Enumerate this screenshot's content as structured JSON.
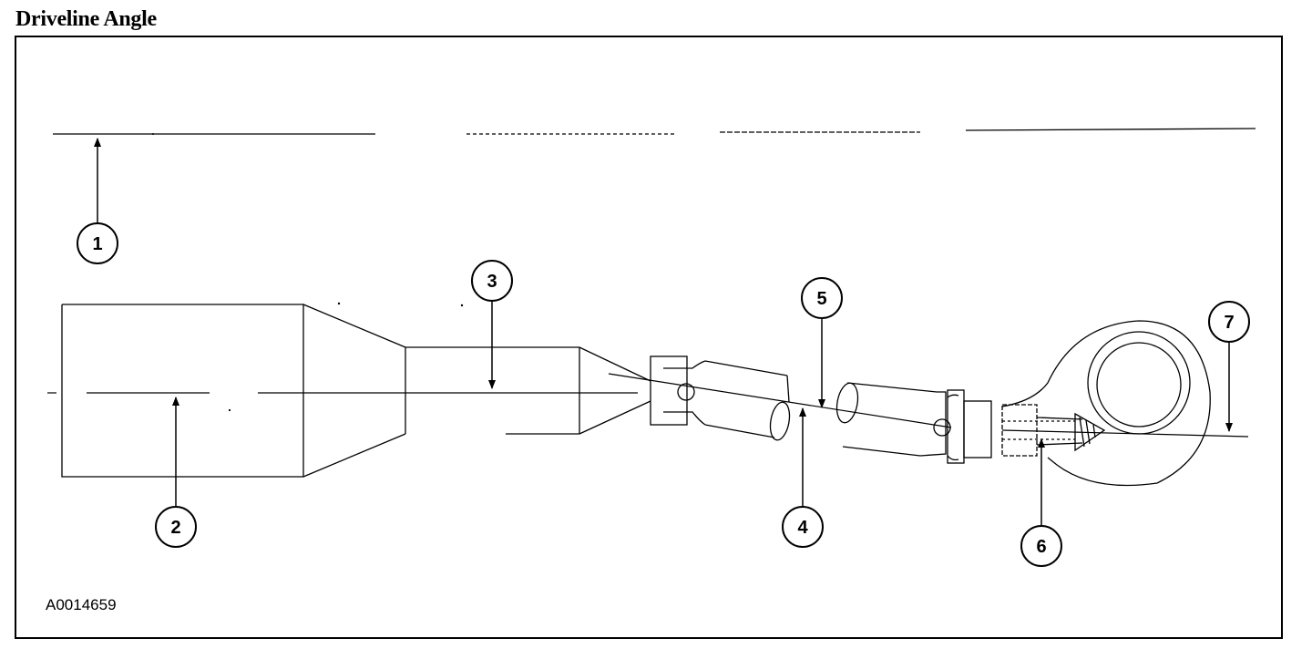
{
  "title": "Driveline Angle",
  "figure_id": "A0014659",
  "callouts": [
    {
      "id": "callout-1",
      "label": "1"
    },
    {
      "id": "callout-2",
      "label": "2"
    },
    {
      "id": "callout-3",
      "label": "3"
    },
    {
      "id": "callout-4",
      "label": "4"
    },
    {
      "id": "callout-5",
      "label": "5"
    },
    {
      "id": "callout-6",
      "label": "6"
    },
    {
      "id": "callout-7",
      "label": "7"
    }
  ]
}
